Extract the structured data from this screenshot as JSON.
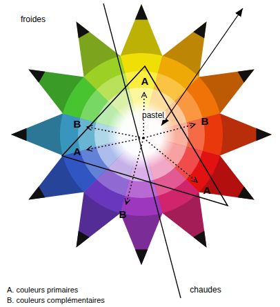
{
  "diagram": {
    "labels": [
      "froides",
      "A",
      "pastel",
      "B",
      "B",
      "A",
      "A",
      "B",
      "chaudes",
      "A. couleurs primaires",
      "B. couleurs complémentaires"
    ]
  }
}
